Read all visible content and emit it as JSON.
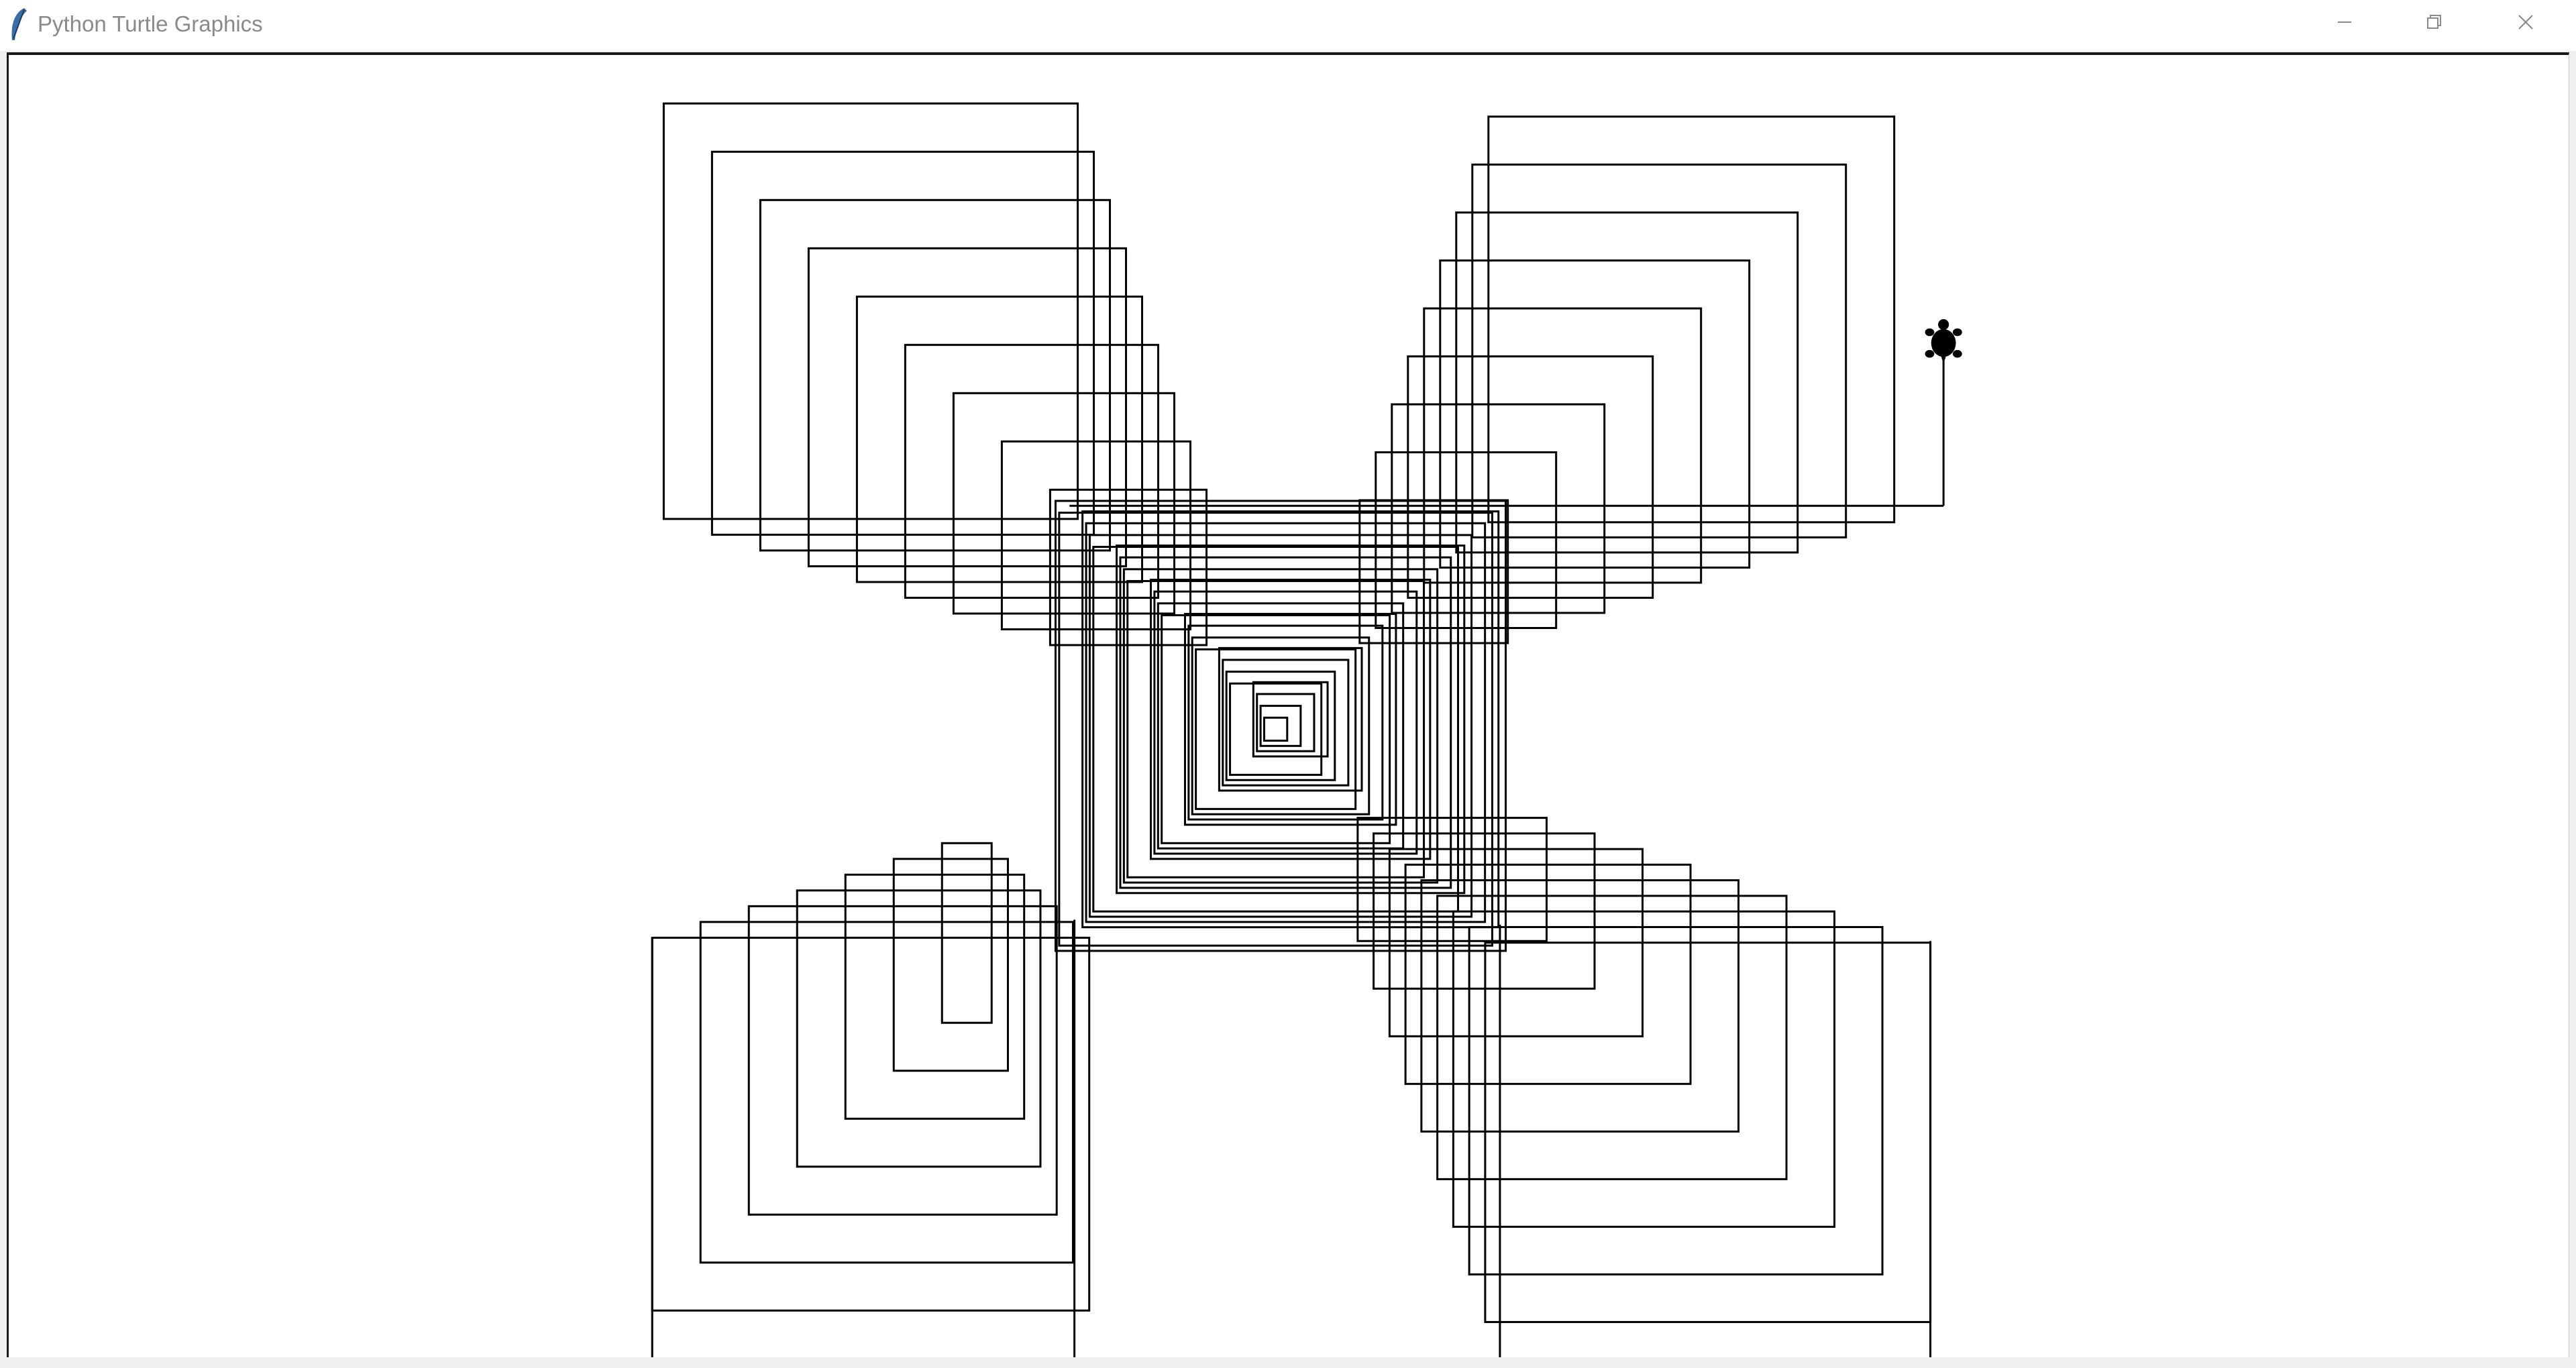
{
  "window": {
    "title": "Python Turtle Graphics",
    "icon": "feather-icon",
    "controls": [
      "minimize-icon",
      "restore-icon",
      "close-icon"
    ]
  },
  "canvas": {
    "background": "#ffffff",
    "pen_color": "#000000",
    "turtle_shape": "turtle",
    "turtle_heading": "north"
  }
}
